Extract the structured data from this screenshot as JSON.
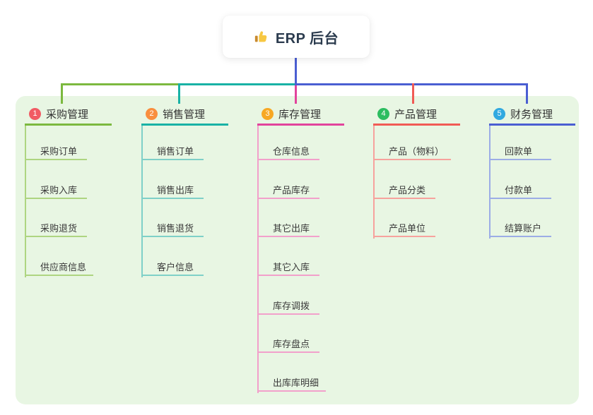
{
  "root": {
    "label": "ERP 后台",
    "icon": "thumbs-up"
  },
  "colors": {
    "page_bg": "#ffffff",
    "panel_bg": "#e8f6e3",
    "stem": "#4a5ed2",
    "root_text": "#2b3b4e",
    "title_text": "#333333",
    "child_text": "#3a3a3a"
  },
  "bus_segments": [
    {
      "color": "#7cb93f"
    },
    {
      "color": "#18b2a5"
    },
    {
      "color": "#4a5ed2"
    }
  ],
  "branches": [
    {
      "number": "1",
      "title": "采购管理",
      "badge_color": "#f15b64",
      "branch_color": "#7cb93f",
      "child_line_color": "#aed581",
      "children": [
        "采购订单",
        "采购入库",
        "采购退货",
        "供应商信息"
      ]
    },
    {
      "number": "2",
      "title": "销售管理",
      "badge_color": "#f98e3e",
      "branch_color": "#18b2a5",
      "child_line_color": "#7fd0c8",
      "children": [
        "销售订单",
        "销售出库",
        "销售退货",
        "客户信息"
      ]
    },
    {
      "number": "3",
      "title": "库存管理",
      "badge_color": "#f7a824",
      "branch_color": "#e2439c",
      "child_line_color": "#f2a0cb",
      "children": [
        "仓库信息",
        "产品库存",
        "其它出库",
        "其它入库",
        "库存调拨",
        "库存盘点",
        "出库库明细"
      ]
    },
    {
      "number": "4",
      "title": "产品管理",
      "badge_color": "#2cbd60",
      "branch_color": "#f15b55",
      "child_line_color": "#f7a29d",
      "children": [
        "产品（物料）",
        "产品分类",
        "产品单位"
      ]
    },
    {
      "number": "5",
      "title": "财务管理",
      "badge_color": "#31a9e0",
      "branch_color": "#4a5ed2",
      "child_line_color": "#9cade6",
      "children": [
        "回款单",
        "付款单",
        "结算账户"
      ]
    }
  ]
}
